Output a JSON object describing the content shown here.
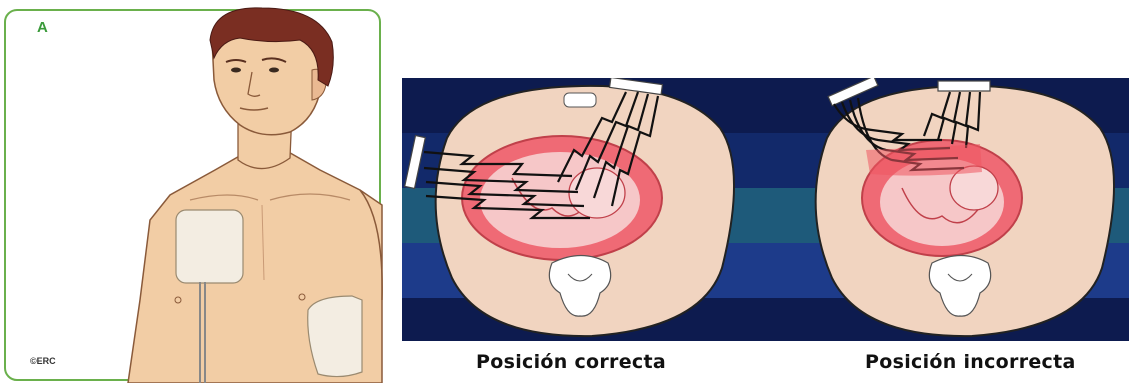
{
  "panel_a": {
    "label": "A",
    "credit": "©ERC"
  },
  "panel_b": {
    "captions": {
      "correct": "Posición correcta",
      "incorrect": "Posición incorrecta"
    }
  },
  "colors": {
    "frame_green": "#6ab04c",
    "skin": "#f2cda5",
    "hair": "#7a2e22",
    "pad": "#f3ede2",
    "torso_section": "#f1d4c0",
    "heart_outer": "#ef6a75",
    "heart_inner": "#f6c7c8",
    "bg_dark_blue": "#0d1b4f",
    "bg_mid_blue": "#1d3b8a",
    "bg_teal": "#1e5a7a"
  },
  "icons": [
    "defibrillator-pad-icon",
    "lightning-bolt-icon",
    "heart-icon",
    "spine-vertebra-icon"
  ]
}
